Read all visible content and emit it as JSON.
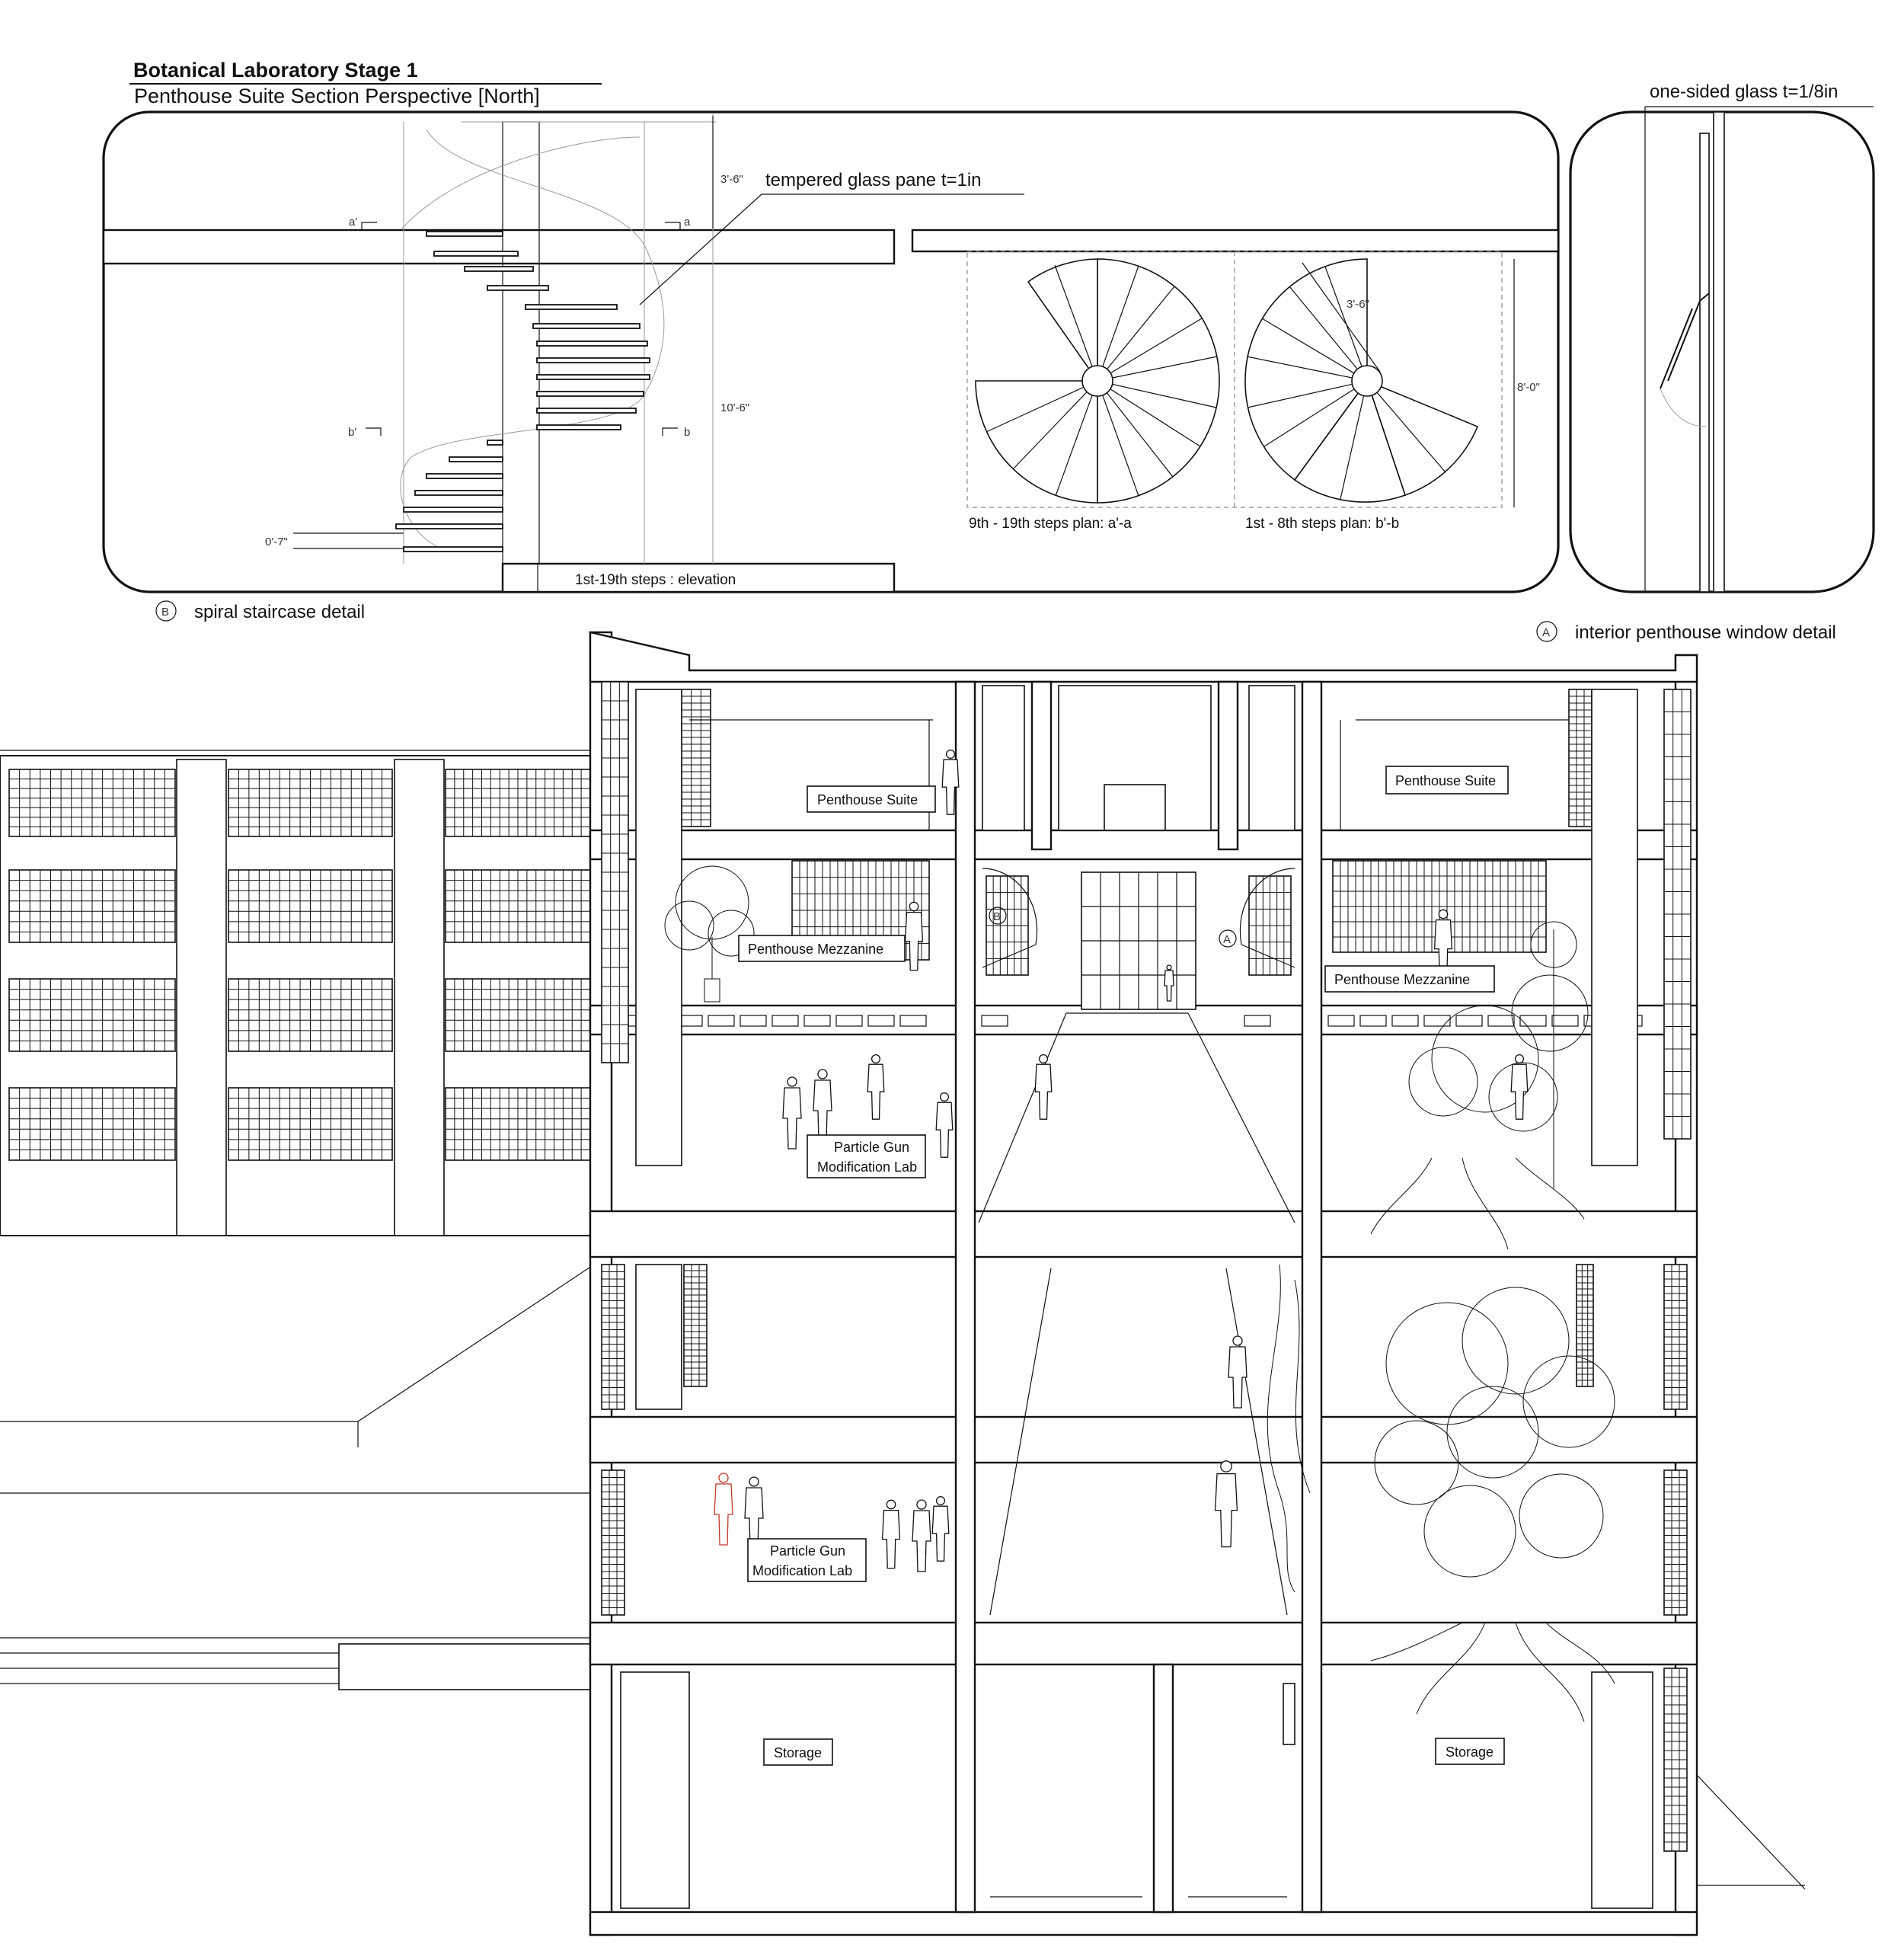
{
  "title": "Botanical Laboratory Stage 1",
  "subtitle": "Penthouse Suite Section Perspective [North]",
  "detail_b": {
    "marker": "B",
    "caption": "spiral staircase detail",
    "glass_label": "tempered glass pane  t=1in",
    "elevation_label": "1st-19th steps : elevation",
    "plan_upper_label": "9th - 19th steps plan: a'-a",
    "plan_lower_label": "1st - 8th steps plan: b'-b",
    "dims": {
      "top": "3'-6\"",
      "height": "10'-6\"",
      "riser": "0'-7\"",
      "radius": "3'-6\"",
      "plan_height": "8'-0\""
    },
    "section_marks": {
      "a_left": "a'",
      "a_right": "a",
      "b_left": "b'",
      "b_right": "b"
    }
  },
  "detail_a": {
    "marker": "A",
    "caption": "interior penthouse window detail",
    "glass_label": "one-sided glass  t=1/8in"
  },
  "rooms": {
    "penthouse_suite_left": "Penthouse Suite",
    "penthouse_suite_right": "Penthouse Suite",
    "mezzanine_left": "Penthouse Mezzanine",
    "mezzanine_right": "Penthouse Mezzanine",
    "lab_upper_line1": "Particle Gun",
    "lab_upper_line2": "Modification Lab",
    "lab_lower_line1": "Particle Gun",
    "lab_lower_line2": "Modification Lab",
    "storage_left": "Storage",
    "storage_right": "Storage"
  },
  "section_markers": {
    "b": "B",
    "a": "A"
  },
  "colors": {
    "ink": "#111111",
    "accent_figure": "#c0392b",
    "paper": "#ffffff"
  }
}
